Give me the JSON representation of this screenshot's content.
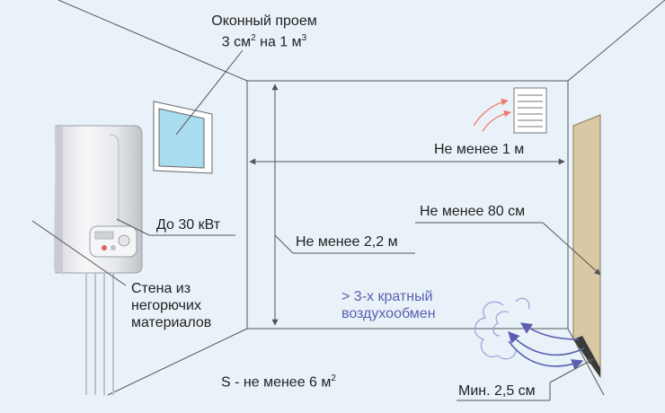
{
  "labels": {
    "window_title": "Оконный проем",
    "window_norm_value": "3 см",
    "window_norm_sup": "2",
    "window_norm_mid": "на  1 м",
    "window_norm_sup2": "3",
    "power": "До 30 кВт",
    "wall_line1": "Стена из",
    "wall_line2": "негорючих",
    "wall_line3": "материалов",
    "width_min": "Не менее 1 м",
    "door_min": "Не менее 80 см",
    "height_min": "Не менее 2,2 м",
    "air_line1": "> 3-х кратный",
    "air_line2": "воздухообмен",
    "area_text": "S - не менее 6 м",
    "area_sup": "2",
    "gap_min": "Мин. 2,5 см"
  },
  "colors": {
    "background": "#e9f2f8",
    "lines": "#555555",
    "air_blue": "#5a5fb0",
    "warm_red": "#e8443a",
    "door": "#d9c8a4",
    "window_glass": "#a9dcef"
  },
  "icons": [
    "gas-boiler-icon",
    "window-icon",
    "radiator-grille-icon",
    "door-icon",
    "airflow-swirl-icon"
  ]
}
